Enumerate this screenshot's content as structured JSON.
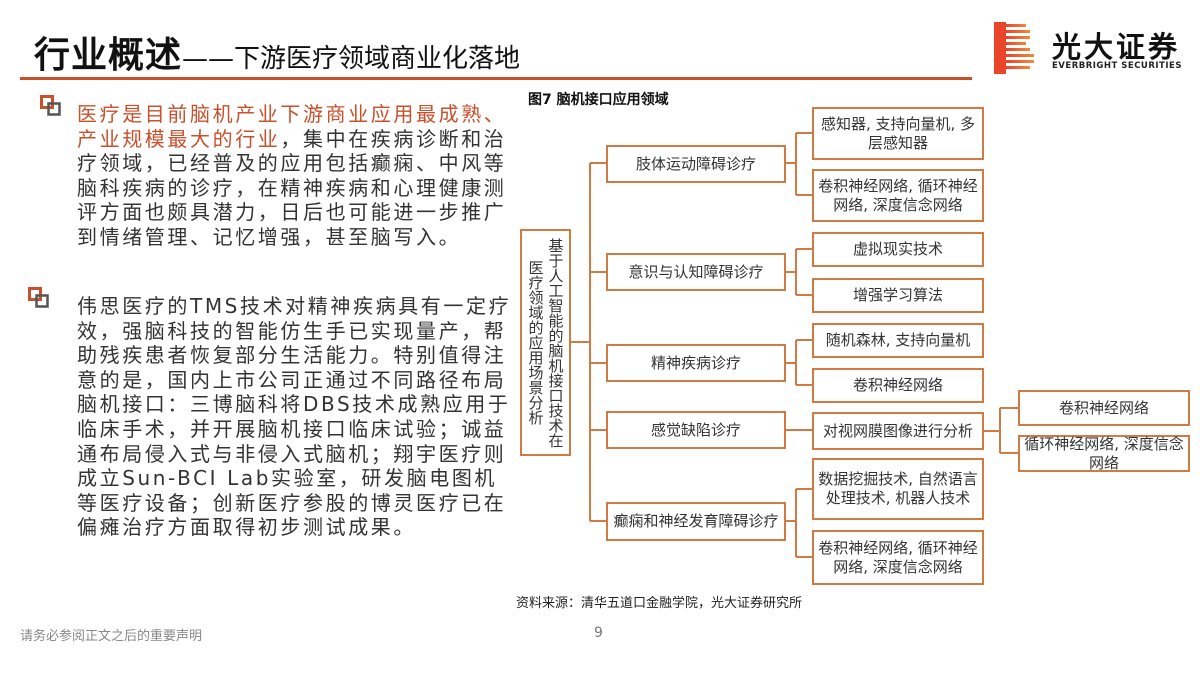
{
  "header": {
    "title_main": "行业概述",
    "title_sub": "——下游医疗领域商业化落地",
    "accent_color": "#c8502a"
  },
  "logo": {
    "name_cn": "光大证券",
    "name_en": "EVERBRIGHT SECURITIES"
  },
  "body": {
    "paragraphs": [
      {
        "highlight": "医疗是目前脑机产业下游商业应用最成熟、产业规模最大的行业",
        "text": "，集中在疾病诊断和治疗领域，已经普及的应用包括癫痫、中风等脑科疾病的诊疗，在精神疾病和心理健康测评方面也颇具潜力，日后也可能进一步推广到情绪管理、记忆增强，甚至脑写入。"
      },
      {
        "highlight": "",
        "text": "伟思医疗的TMS技术对精神疾病具有一定疗效，强脑科技的智能仿生手已实现量产，帮助残疾患者恢复部分生活能力。特别值得注意的是，国内上市公司正通过不同路径布局脑机接口：三博脑科将DBS技术成熟应用于临床手术，并开展脑机接口临床试验；诚益通布局侵入式与非侵入式脑机；翔宇医疗则成立Sun-BCI Lab实验室，研发脑电图机等医疗设备；创新医疗参股的博灵医疗已在偏瘫治疗方面取得初步测试成果。"
      }
    ]
  },
  "figure": {
    "title": "图7 脑机接口应用领域",
    "root": "基于人工智能的脑机接口技术在医疗领域的应用场景分析",
    "categories": [
      {
        "label": "肢体运动障碍诊疗",
        "methods": [
          "感知器, 支持向量机, 多层感知器",
          "卷积神经网络, 循环神经网络, 深度信念网络"
        ]
      },
      {
        "label": "意识与认知障碍诊疗",
        "methods": [
          "虚拟现实技术",
          "增强学习算法"
        ]
      },
      {
        "label": "精神疾病诊疗",
        "methods": [
          "随机森林, 支持向量机",
          "卷积神经网络"
        ]
      },
      {
        "label": "感觉缺陷诊疗",
        "methods": [
          "对视网膜图像进行分析"
        ],
        "sub_methods": [
          "卷积神经网络",
          "循环神经网络, 深度信念网络"
        ]
      },
      {
        "label": "癫痫和神经发育障碍诊疗",
        "methods": [
          "数据挖掘技术, 自然语言处理技术, 机器人技术",
          "卷积神经网络, 循环神经网络, 深度信念网络"
        ]
      }
    ],
    "border_color": "#d07a44",
    "source": "资料来源：清华五道口金融学院，光大证券研究所"
  },
  "footer": {
    "disclaimer": "请务必参阅正文之后的重要声明",
    "page_number": "9"
  }
}
